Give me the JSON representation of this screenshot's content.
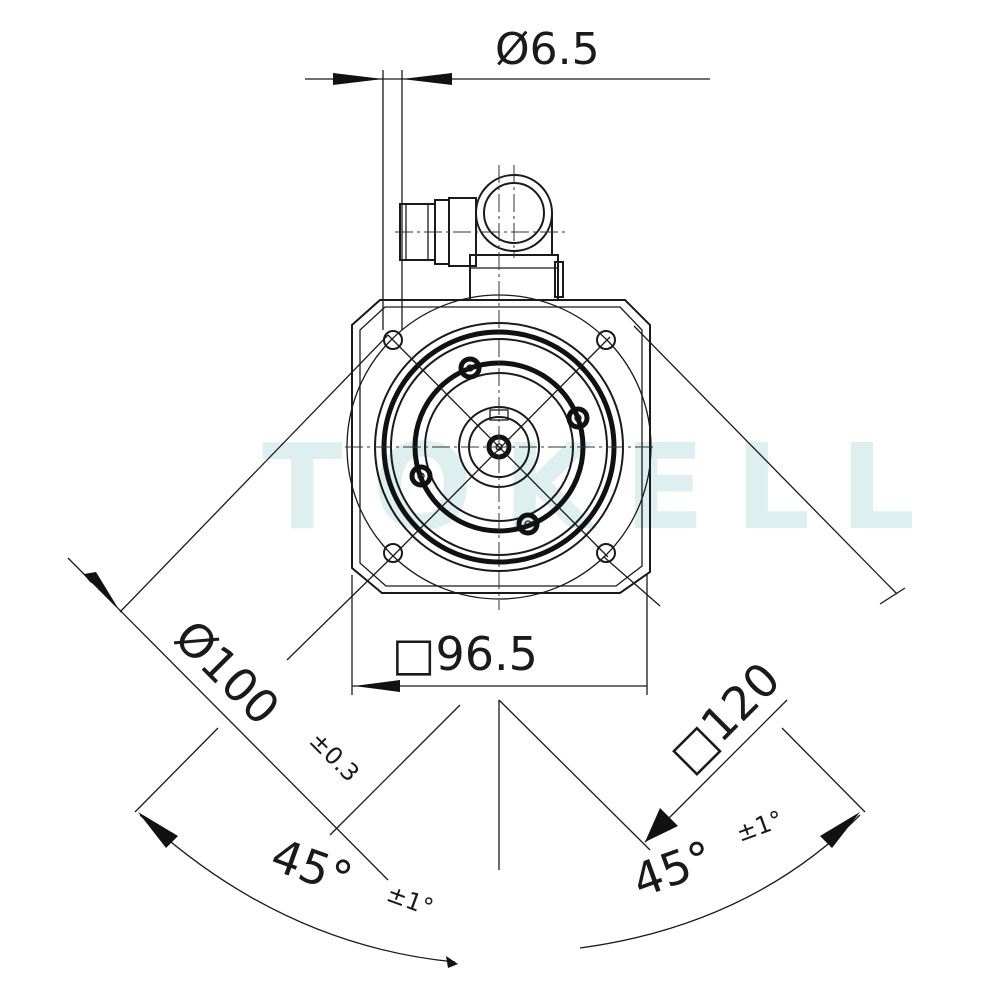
{
  "watermark": "TOKELL",
  "dimensions": {
    "hole_diameter": "Ø6.5",
    "flange_square": "□96.5",
    "pitch_circle": "Ø100",
    "pitch_tolerance": "±0.3",
    "outer_square": "□120",
    "angle_left": "45°",
    "angle_left_tol": "±1°",
    "angle_right": "45°",
    "angle_right_tol": "±1°"
  },
  "colors": {
    "line": "#1a1a1a",
    "watermark": "#9fd3d4"
  }
}
